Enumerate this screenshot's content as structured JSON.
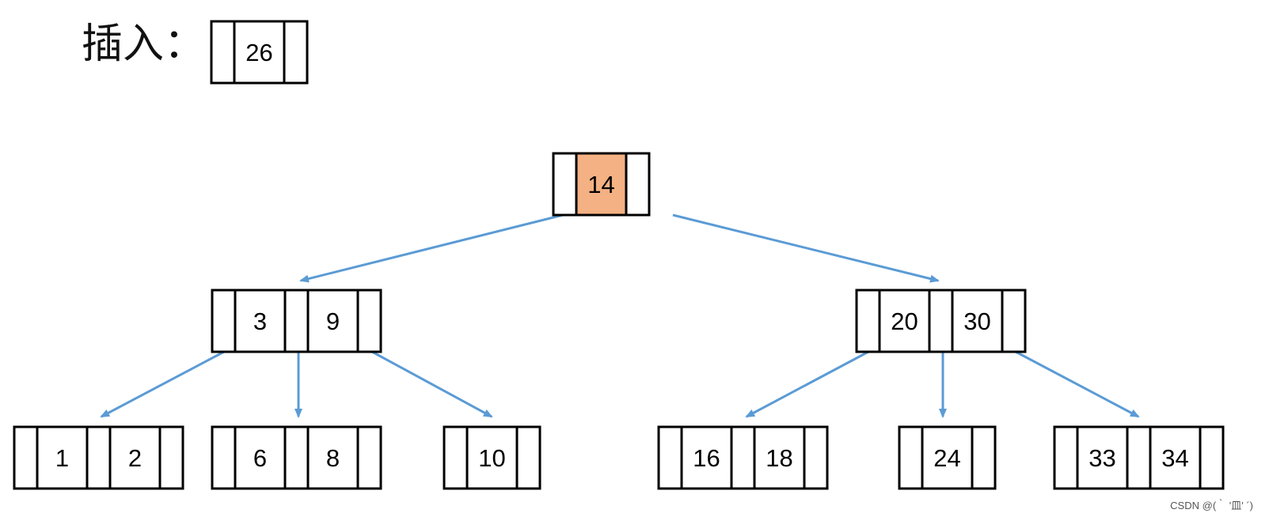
{
  "insert": {
    "label": "插入：",
    "value": "26"
  },
  "tree": {
    "root": {
      "keys": [
        "14"
      ],
      "highlight": 0
    },
    "level1": [
      {
        "keys": [
          "3",
          "9"
        ]
      },
      {
        "keys": [
          "20",
          "30"
        ]
      }
    ],
    "leaves": [
      {
        "keys": [
          "1",
          "2"
        ]
      },
      {
        "keys": [
          "6",
          "8"
        ]
      },
      {
        "keys": [
          "10"
        ]
      },
      {
        "keys": [
          "16",
          "18"
        ]
      },
      {
        "keys": [
          "24"
        ]
      },
      {
        "keys": [
          "33",
          "34"
        ]
      }
    ]
  },
  "colors": {
    "highlight": "#F4B183",
    "arrow": "#5B9BD5",
    "border": "#000000"
  },
  "watermark": "CSDN @(｀ '皿' ´)"
}
